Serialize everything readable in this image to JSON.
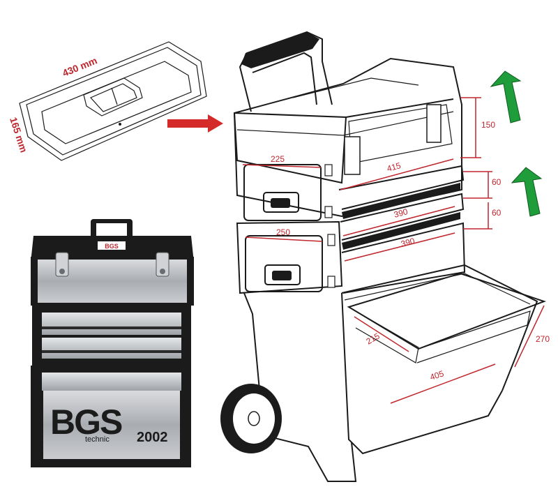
{
  "tray": {
    "length_label": "430 mm",
    "width_label": "165 mm"
  },
  "product": {
    "brand": "BGS",
    "brand_sub": "technic",
    "model": "2002",
    "lid_badge": "BGS"
  },
  "dimensions": {
    "top_height": "150",
    "drawer1_height": "60",
    "drawer2_height": "60",
    "top_width": "415",
    "drawer1_width": "390",
    "drawer2_width": "390",
    "side_top_width": "225",
    "side_mid_width": "250",
    "bottom_depth": "215",
    "bottom_height": "270",
    "bottom_width": "405"
  },
  "colors": {
    "dimension_red": "#c0262d",
    "arrow_red": "#d52a2a",
    "arrow_green": "#1f9d3a",
    "steel": "#b9bcc1",
    "frame": "#1b1b1b"
  }
}
